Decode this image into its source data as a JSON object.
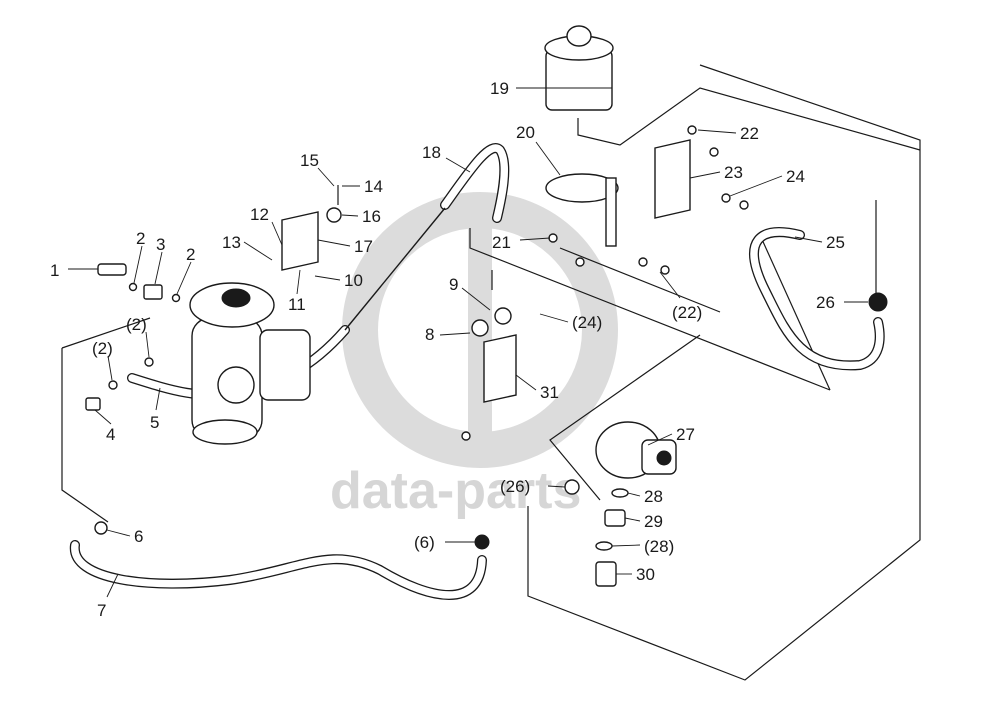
{
  "watermark": {
    "text": "data-parts",
    "color": "#d6d6d6"
  },
  "labels": [
    "1",
    "2",
    "3",
    "2",
    "(2)",
    "(2)",
    "4",
    "5",
    "6",
    "7",
    "(6)",
    "8",
    "9",
    "(24)",
    "31",
    "10",
    "11",
    "12",
    "13",
    "14",
    "15",
    "16",
    "17",
    "18",
    "19",
    "20",
    "21",
    "22",
    "23",
    "24",
    "(22)",
    "25",
    "26",
    "(26)",
    "27",
    "28",
    "29",
    "(28)",
    "30"
  ]
}
